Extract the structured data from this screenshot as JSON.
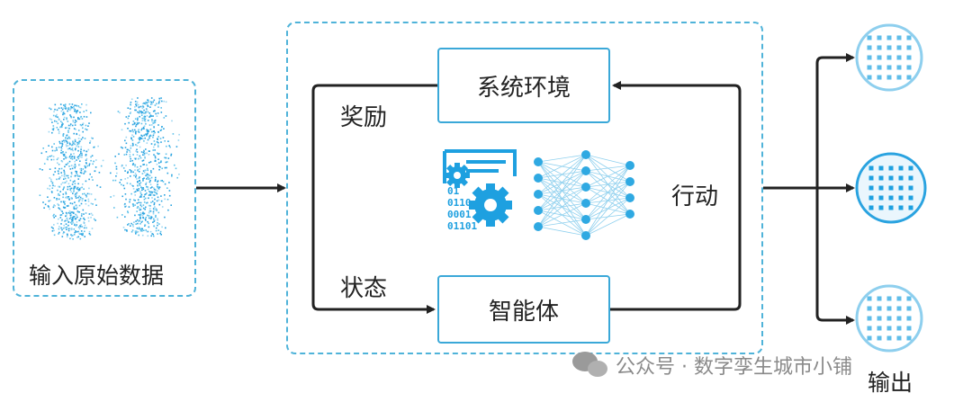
{
  "input_label": "输入原始数据",
  "env_label": "系统环境",
  "agent_label": "智能体",
  "reward_label": "奖励",
  "state_label": "状态",
  "action_label": "行动",
  "output_label": "输出",
  "binary_lines": [
    "01",
    "0110",
    "0001",
    "01101"
  ],
  "watermark": "公众号 · 数字孪生城市小铺",
  "colors": {
    "accent": "#4fb3d9",
    "arrow": "#222222",
    "node": "#1ea0e0"
  }
}
